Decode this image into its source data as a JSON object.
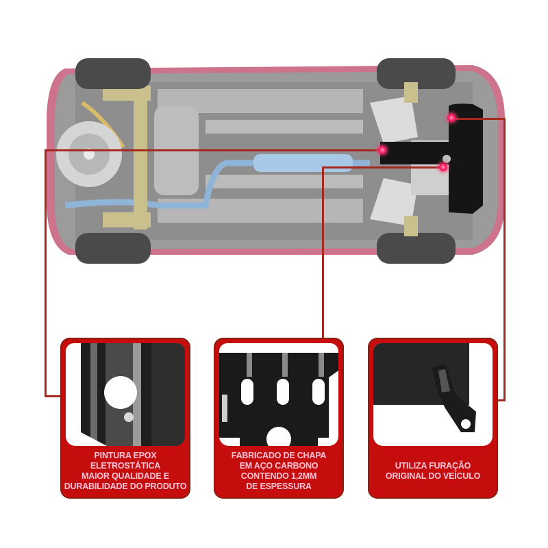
{
  "colors": {
    "panel_red": "#c60d0d",
    "panel_border": "#8a1e10",
    "leader_line": "#a7281c",
    "caption_text": "#ffc4d8",
    "car_body": "#c65a78",
    "callout_dot": "#ff2a6a"
  },
  "hero": {
    "subject": "car-underside-view",
    "callouts": [
      {
        "id": "paint",
        "target": "rear-skid-plate-edge"
      },
      {
        "id": "material",
        "target": "center-skid-plate"
      },
      {
        "id": "mounting",
        "target": "front-bracket"
      }
    ]
  },
  "panels": [
    {
      "id": "paint",
      "image": "ribbed-plate-closeup",
      "caption": "PINTURA EPOX\nELETROSTÁTICA\nMAIOR QUALIDADE E\nDURABILIDADE DO PRODUTO"
    },
    {
      "id": "material",
      "image": "slotted-plate-closeup",
      "caption": "FABRICADO DE CHAPA\nEM AÇO CARBONO\nCONTENDO 1,2MM\nDE ESPESSURA"
    },
    {
      "id": "mounting",
      "image": "bracket-closeup",
      "caption": "UTILIZA FURAÇÃO\nORIGINAL DO VEÍCULO"
    }
  ]
}
